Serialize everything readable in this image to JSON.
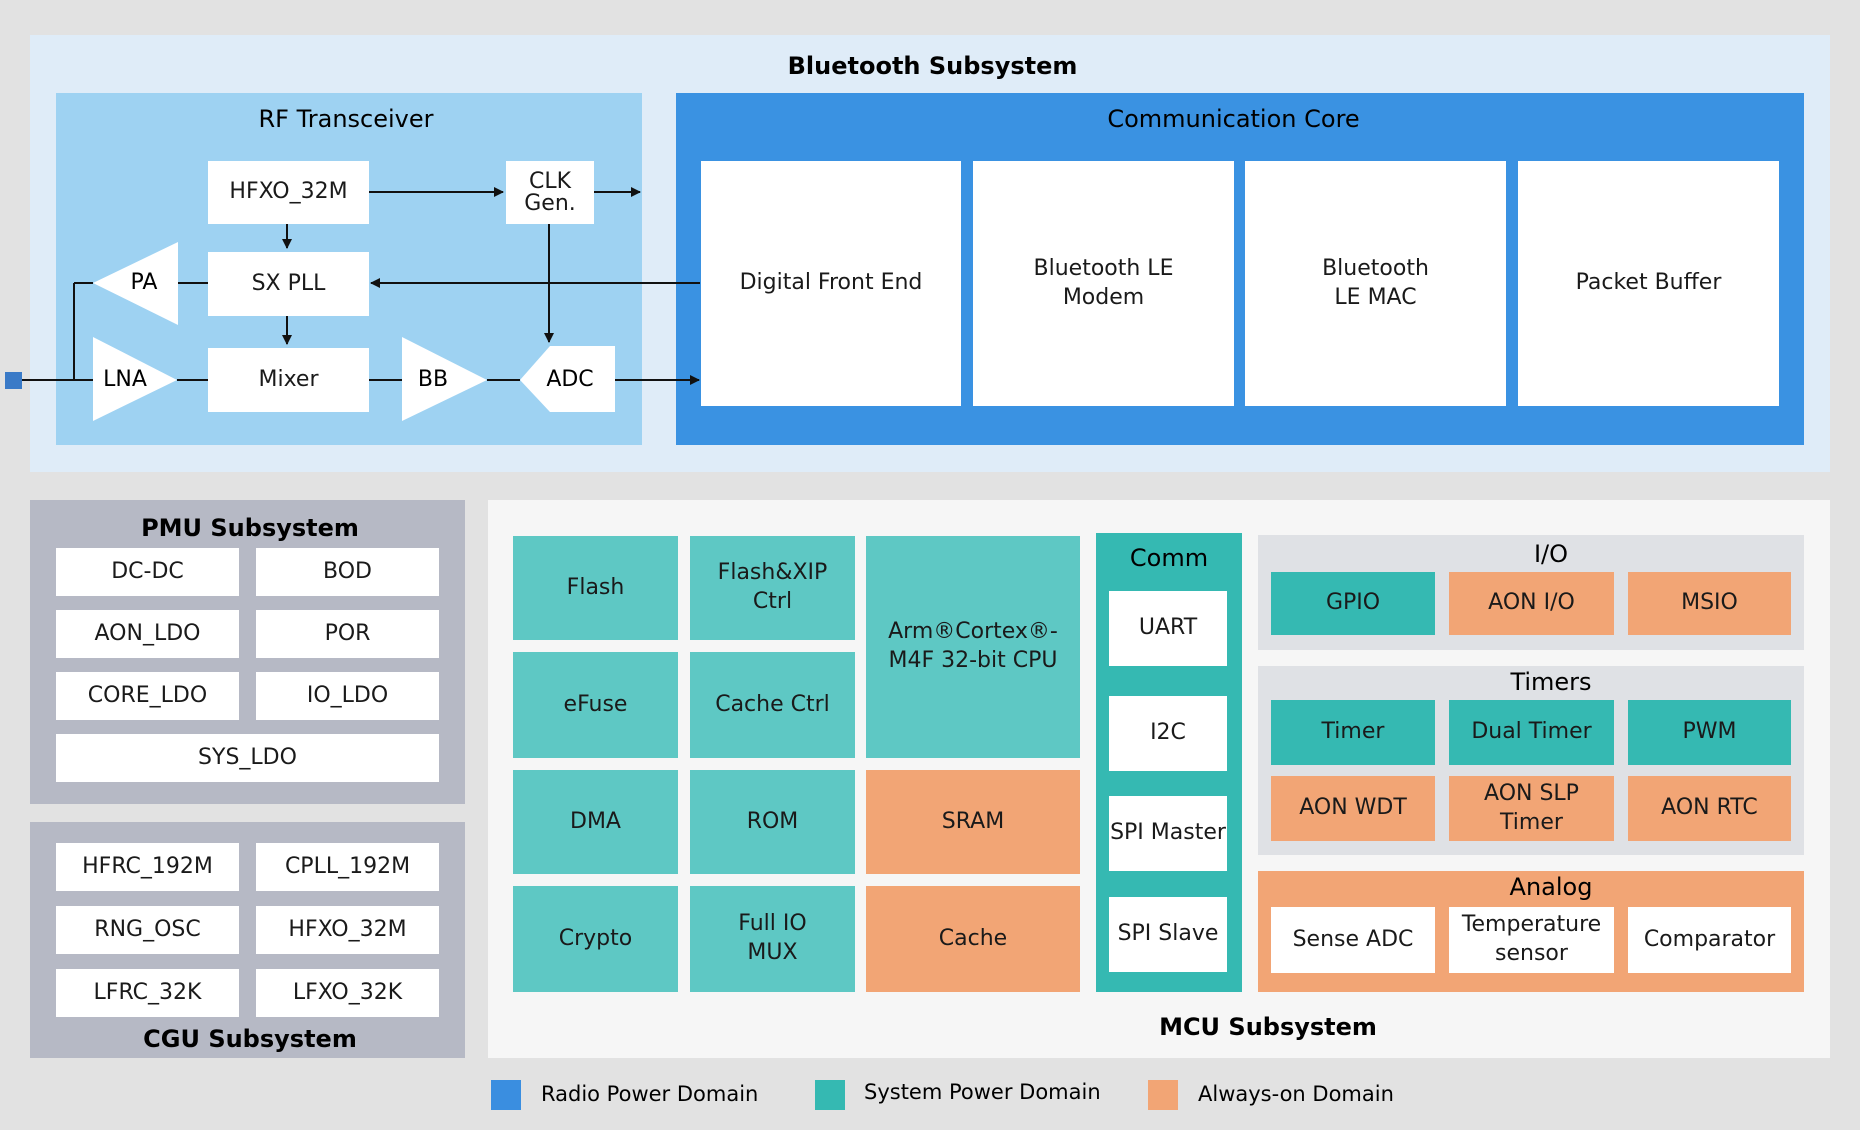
{
  "bluetooth": {
    "title": "Bluetooth Subsystem",
    "rf": {
      "title": "RF Transceiver",
      "hfxo": "HFXO_32M",
      "clk_gen": "CLK Gen.",
      "sxpll": "SX PLL",
      "pa": "PA",
      "lna": "LNA",
      "mixer": "Mixer",
      "bb": "BB",
      "adc": "ADC"
    },
    "comm_core": {
      "title": "Communication Core",
      "blocks": [
        "Digital Front End",
        "Bluetooth LE Modem",
        "Bluetooth LE MAC",
        "Packet Buffer"
      ]
    }
  },
  "pmu": {
    "title": "PMU Subsystem",
    "items": [
      "DC-DC",
      "BOD",
      "AON_LDO",
      "POR",
      "CORE_LDO",
      "IO_LDO",
      "SYS_LDO"
    ]
  },
  "cgu": {
    "title": "CGU Subsystem",
    "items": [
      "HFRC_192M",
      "CPLL_192M",
      "RNG_OSC",
      "HFXO_32M",
      "LFRC_32K",
      "LFXO_32K"
    ]
  },
  "mcu": {
    "title": "MCU Subsystem",
    "flash": "Flash",
    "flash_xip": "Flash&XIP Ctrl",
    "cpu": "Arm®Cortex®-M4F 32-bit CPU",
    "efuse": "eFuse",
    "cache_ctrl": "Cache Ctrl",
    "dma": "DMA",
    "rom": "ROM",
    "sram": "SRAM",
    "crypto": "Crypto",
    "full_io_mux": "Full IO MUX",
    "cache": "Cache",
    "comm": {
      "title": "Comm",
      "items": [
        "UART",
        "I2C",
        "SPI Master",
        "SPI Slave"
      ]
    },
    "io": {
      "title": "I/O",
      "items": [
        "GPIO",
        "AON I/O",
        "MSIO"
      ]
    },
    "timers": {
      "title": "Timers",
      "items": [
        "Timer",
        "Dual Timer",
        "PWM",
        "AON WDT",
        "AON SLP Timer",
        "AON RTC"
      ]
    },
    "analog": {
      "title": "Analog",
      "items": [
        "Sense ADC",
        "Temperature sensor",
        "Comparator"
      ]
    }
  },
  "legend": {
    "items": [
      {
        "label": "Radio Power Domain",
        "color": "#3a8ee0"
      },
      {
        "label": "System Power Domain",
        "color": "#35b9b2"
      },
      {
        "label": "Always-on Domain",
        "color": "#f2a575"
      }
    ]
  },
  "colors": {
    "radio": "#3a8ee0",
    "system": "#35b9b2",
    "always_on": "#f2a575"
  }
}
